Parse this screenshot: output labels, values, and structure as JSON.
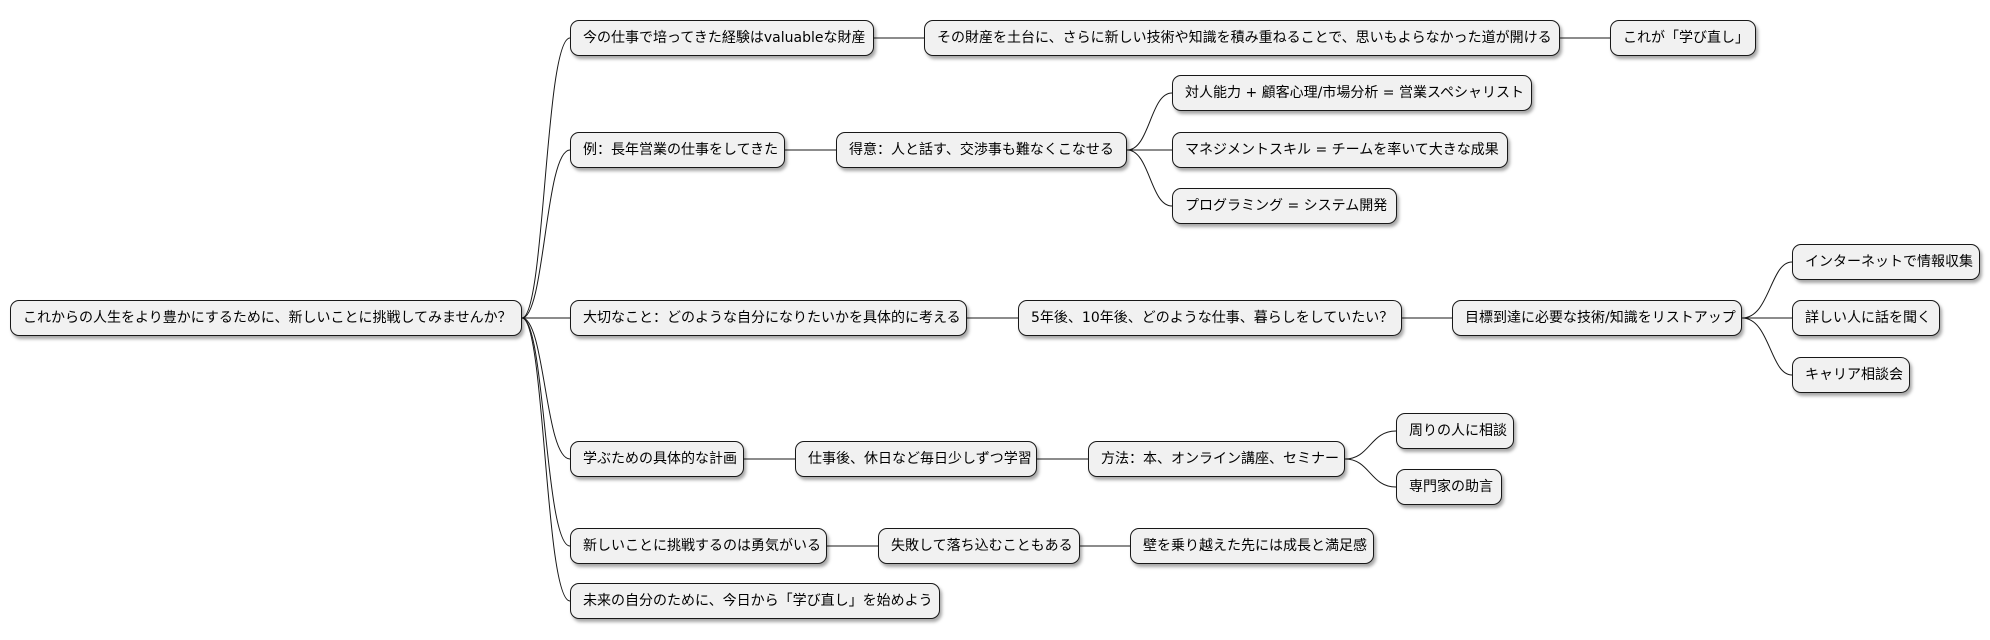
{
  "mindmap": {
    "root": "これからの人生をより豊かにするために、新しいことに挑戦してみませんか？",
    "branches": {
      "b1": "今の仕事で培ってきた経験はvaluableな財産",
      "b1_1": "その財産を土台に、さらに新しい技術や知識を積み重ねることで、思いもよらなかった道が開ける",
      "b1_1_1": "これが「学び直し」",
      "b2": "例：長年営業の仕事をしてきた",
      "b2_1": "得意：人と話す、交渉事も難なくこなせる",
      "b2_1_1": "対人能力 + 顧客心理/市場分析 = 営業スペシャリスト",
      "b2_1_2": "マネジメントスキル = チームを率いて大きな成果",
      "b2_1_3": "プログラミング = システム開発",
      "b3": "大切なこと：どのような自分になりたいかを具体的に考える",
      "b3_1": "5年後、10年後、どのような仕事、暮らしをしていたい？",
      "b3_1_1": "目標到達に必要な技術/知識をリストアップ",
      "b3_1_1_1": "インターネットで情報収集",
      "b3_1_1_2": "詳しい人に話を聞く",
      "b3_1_1_3": "キャリア相談会",
      "b4": "学ぶための具体的な計画",
      "b4_1": "仕事後、休日など毎日少しずつ学習",
      "b4_1_1": "方法：本、オンライン講座、セミナー",
      "b4_1_1_1": "周りの人に相談",
      "b4_1_1_2": "専門家の助言",
      "b5": "新しいことに挑戦するのは勇気がいる",
      "b5_1": "失敗して落ち込むこともある",
      "b5_1_1": "壁を乗り越えた先には成長と満足感",
      "b6": "未来の自分のために、今日から「学び直し」を始めよう"
    }
  }
}
